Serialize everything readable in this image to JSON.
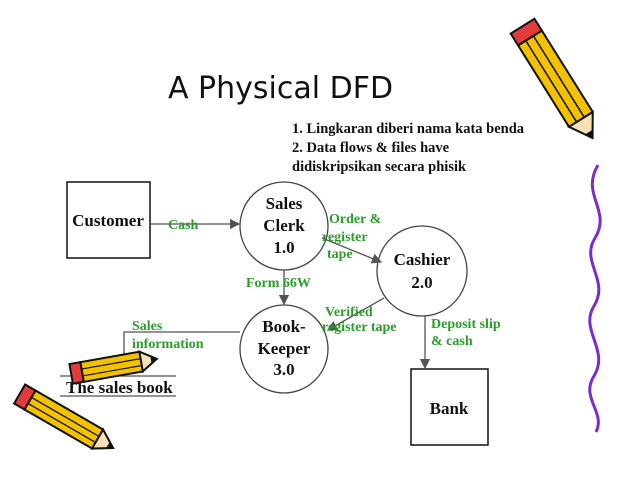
{
  "title": "A Physical DFD",
  "notes": [
    "1. Lingkaran diberi nama kata benda",
    "2. Data flows & files have",
    "didiskripsikan secara phisik"
  ],
  "entities": {
    "customer": "Customer",
    "bank": "Bank"
  },
  "processes": {
    "sales_clerk": [
      "Sales",
      "Clerk",
      "1.0"
    ],
    "cashier": [
      "Cashier",
      "2.0"
    ],
    "bookkeeper": [
      "Book-",
      "Keeper",
      "3.0"
    ]
  },
  "flows": {
    "cash": "Cash",
    "order_tape": [
      "Order &",
      "register",
      "tape"
    ],
    "form": "Form 66W",
    "verified_tape": [
      "Verified",
      "register tape"
    ],
    "deposit": [
      "Deposit slip",
      "& cash"
    ],
    "sales_info": [
      "Sales",
      "information"
    ]
  },
  "data_store": "The sales book",
  "colors": {
    "flow_label": "#2a9d2a",
    "pencil_body": "#f2c200",
    "pencil_tip": "#e23b3b",
    "squiggle": "#7a2ccf"
  },
  "icons": [
    "pencil-icon",
    "pencil-icon",
    "pencil-icon",
    "squiggle-line-icon"
  ]
}
